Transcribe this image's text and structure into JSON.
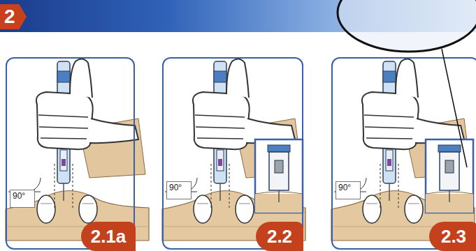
{
  "diagram": {
    "nodes": [
      {
        "text": [
          "2"
        ]
      },
      {
        "text": [
          "90°"
        ]
      },
      {
        "text": [
          "2.1a"
        ],
        "in": 1
      },
      {
        "text": [
          "90°"
        ]
      },
      {
        "text": [
          "2.2"
        ],
        "in": 3
      },
      {
        "text": [
          "90°"
        ]
      },
      {
        "text": [
          "2.3"
        ],
        "in": 5
      }
    ]
  }
}
